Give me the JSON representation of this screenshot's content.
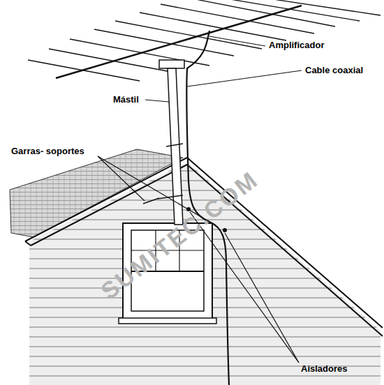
{
  "diagram": {
    "labels": [
      "Amplificador",
      "Cable coaxial",
      "Mástil",
      "Garras- soportes",
      "Aisladores",
      "SUMITEC.COM"
    ]
  }
}
